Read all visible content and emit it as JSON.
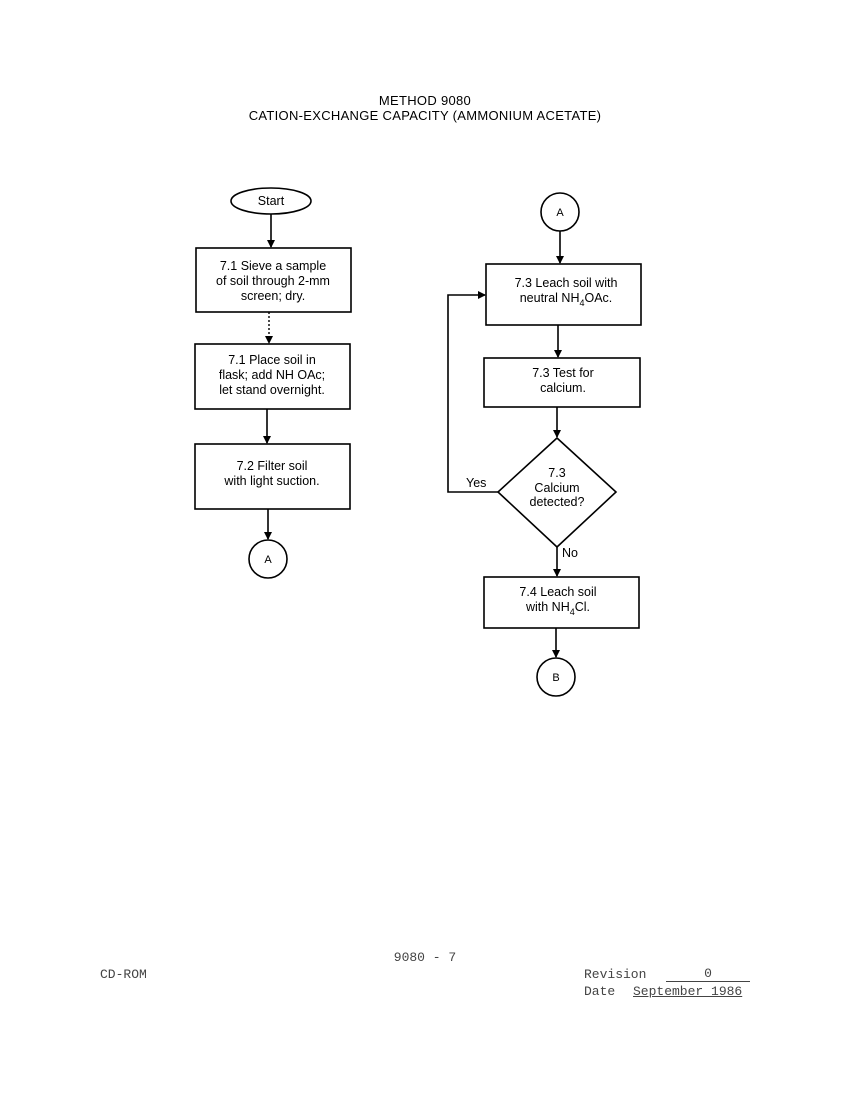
{
  "header": {
    "method": "METHOD 9080",
    "title": "CATION-EXCHANGE CAPACITY (AMMONIUM ACETATE)"
  },
  "flowchart": {
    "start": "Start",
    "left": {
      "sieve": [
        "7.1 Sieve a sample",
        "of soil through 2-mm",
        "screen; dry."
      ],
      "place": [
        "7.1 Place soil in",
        "flask; add NH OAc;",
        "let stand overnight."
      ],
      "filter": [
        "7.2 Filter soil",
        "with light suction."
      ],
      "connector_out": "A"
    },
    "right": {
      "connector_in": "A",
      "leach_nh4oac": {
        "line1": "7.3 Leach soil with",
        "line2_pre": "neutral NH",
        "sub": "4",
        "line2_post": "OAc."
      },
      "test": [
        "7.3 Test for",
        "calcium."
      ],
      "decision": [
        "7.3",
        "Calcium",
        "detected?"
      ],
      "yes": "Yes",
      "no": "No",
      "leach_nh4cl": {
        "line1": "7.4 Leach soil",
        "line2_pre": "with NH",
        "sub": "4",
        "line2_post": "Cl."
      },
      "connector_out": "B"
    }
  },
  "footer": {
    "page": "9080 - 7",
    "source": "CD-ROM",
    "revision_label": "Revision",
    "revision_value": "0",
    "date_label": "Date",
    "date_value": "September 1986"
  }
}
